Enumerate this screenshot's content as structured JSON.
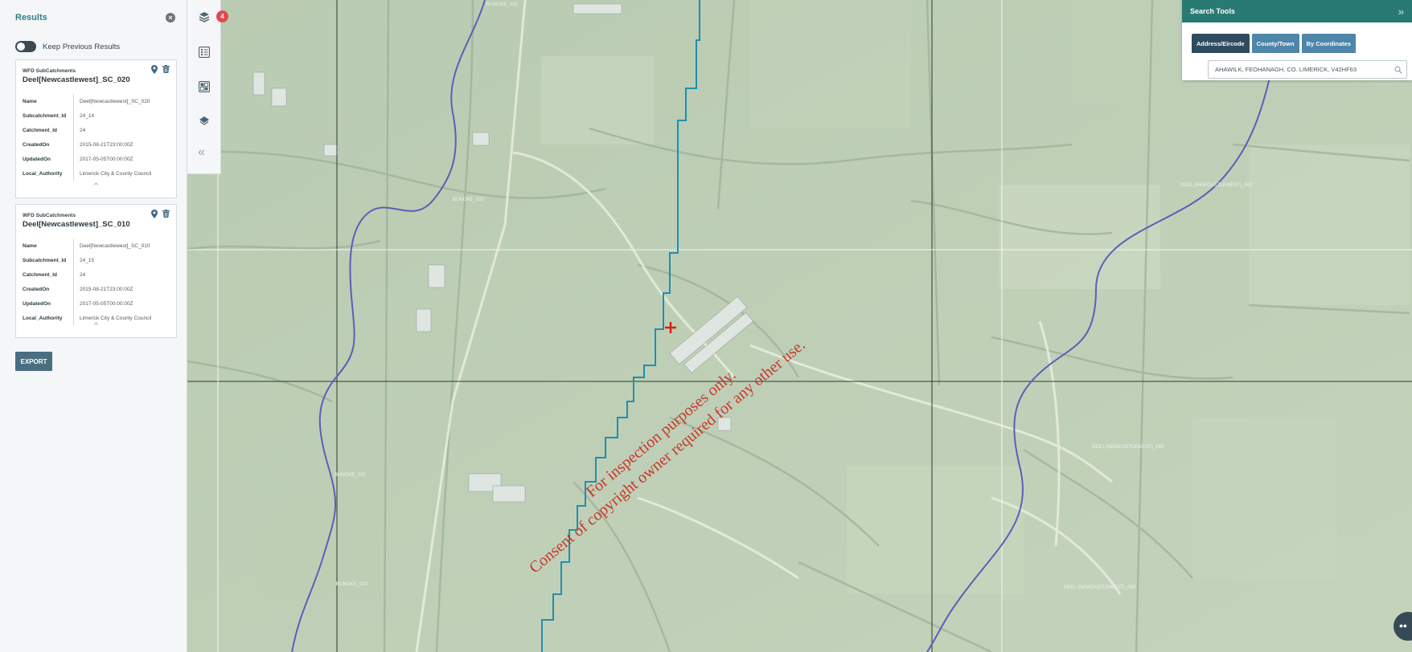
{
  "results": {
    "title": "Results",
    "keep_previous_label": "Keep Previous Results",
    "export_label": "EXPORT",
    "cards": [
      {
        "layer": "WFD SubCatchments",
        "name": "Deel[Newcastlewest]_SC_020",
        "rows": [
          {
            "key": "Name",
            "value": "Deel[Newcastlewest]_SC_020"
          },
          {
            "key": "Subcatchment_Id",
            "value": "24_14"
          },
          {
            "key": "Catchment_Id",
            "value": "24"
          },
          {
            "key": "CreatedOn",
            "value": "2015-08-21T23:00:00Z"
          },
          {
            "key": "UpdatedOn",
            "value": "2017-05-05T00:00:00Z"
          },
          {
            "key": "Local_Authority",
            "value": "Limerick City & County Council"
          }
        ]
      },
      {
        "layer": "WFD SubCatchments",
        "name": "Deel[Newcastlewest]_SC_010",
        "rows": [
          {
            "key": "Name",
            "value": "Deel[Newcastlewest]_SC_010"
          },
          {
            "key": "Subcatchment_Id",
            "value": "24_15"
          },
          {
            "key": "Catchment_Id",
            "value": "24"
          },
          {
            "key": "CreatedOn",
            "value": "2015-08-21T23:00:00Z"
          },
          {
            "key": "UpdatedOn",
            "value": "2017-05-05T00:00:00Z"
          },
          {
            "key": "Local_Authority",
            "value": "Limerick City & County Council"
          }
        ]
      }
    ]
  },
  "tools": {
    "badge_count": "4",
    "icons": [
      "layers-icon",
      "legend-icon",
      "basemap-icon",
      "overlay-icon",
      "collapse-icon"
    ]
  },
  "search": {
    "title": "Search Tools",
    "tabs": [
      "Address/Eircode",
      "County/Town",
      "By Coordinates"
    ],
    "active_tab": "Address/Eircode",
    "value": "AHAWILK, FEOHANAGH, CO. LIMERICK, V42HF63"
  },
  "map": {
    "river_labels": [
      "BUNOKE_020",
      "BUNOKE_020",
      "BUNOKE_020",
      "BUNOKE_020",
      "DEEL (NEWCASTLEWEST)_060",
      "DEEL (NEWCASTLEWEST)_060",
      "DEEL (NEWCASTLEWEST)_060"
    ],
    "watermark_line1": "For inspection purposes only.",
    "watermark_line2": "Consent of copyright owner required for any other use.",
    "colors": {
      "river": "#5a5fb8",
      "subcatchment_boundary": "#1f8fb0",
      "marker": "#e01b1b",
      "watermark": "#c8372d"
    }
  },
  "chat": {
    "icon": "chat-icon"
  }
}
